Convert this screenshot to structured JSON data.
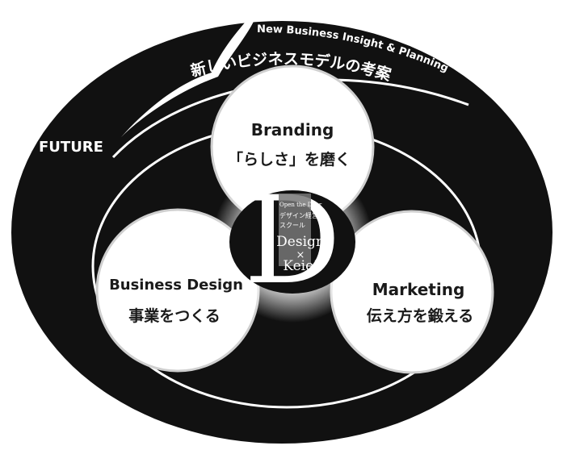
{
  "future_label": "FUTURE",
  "arc": {
    "english": "New Business Insight & Planning",
    "japanese": "新しいビジネスモデルの考案"
  },
  "circles": {
    "branding": {
      "title": "Branding",
      "subtitle": "「らしさ」を磨く"
    },
    "business_design": {
      "title": "Business Design",
      "subtitle": "事業をつくる"
    },
    "marketing": {
      "title": "Marketing",
      "subtitle": "伝え方を鍛える"
    }
  },
  "logo": {
    "letter": "D",
    "tagline": "Open the Door",
    "school_line1": "デザイン経営",
    "school_line2": "スクール",
    "word1": "Design",
    "times": "×",
    "word2": "Keiei"
  }
}
